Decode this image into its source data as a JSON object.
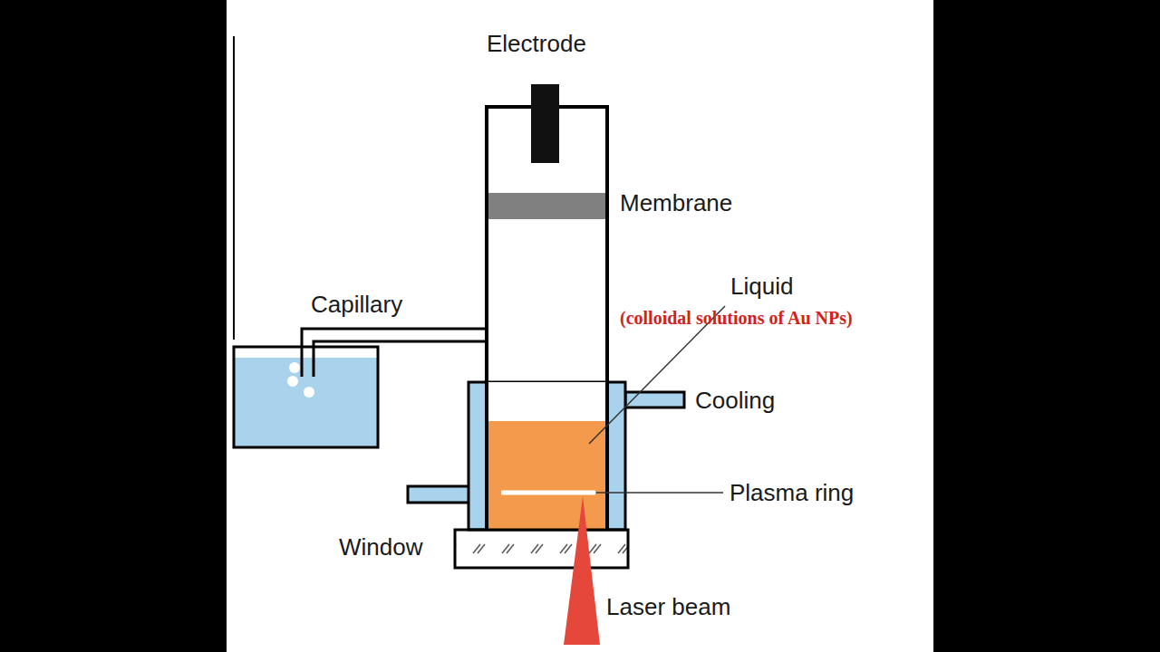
{
  "diagram": {
    "labels": [
      "Electrode",
      "Membrane",
      "Capillary",
      "Liquid",
      "(colloidal solutions of Au NPs)",
      "Cooling",
      "Plasma ring",
      "Window",
      "Laser beam"
    ]
  }
}
